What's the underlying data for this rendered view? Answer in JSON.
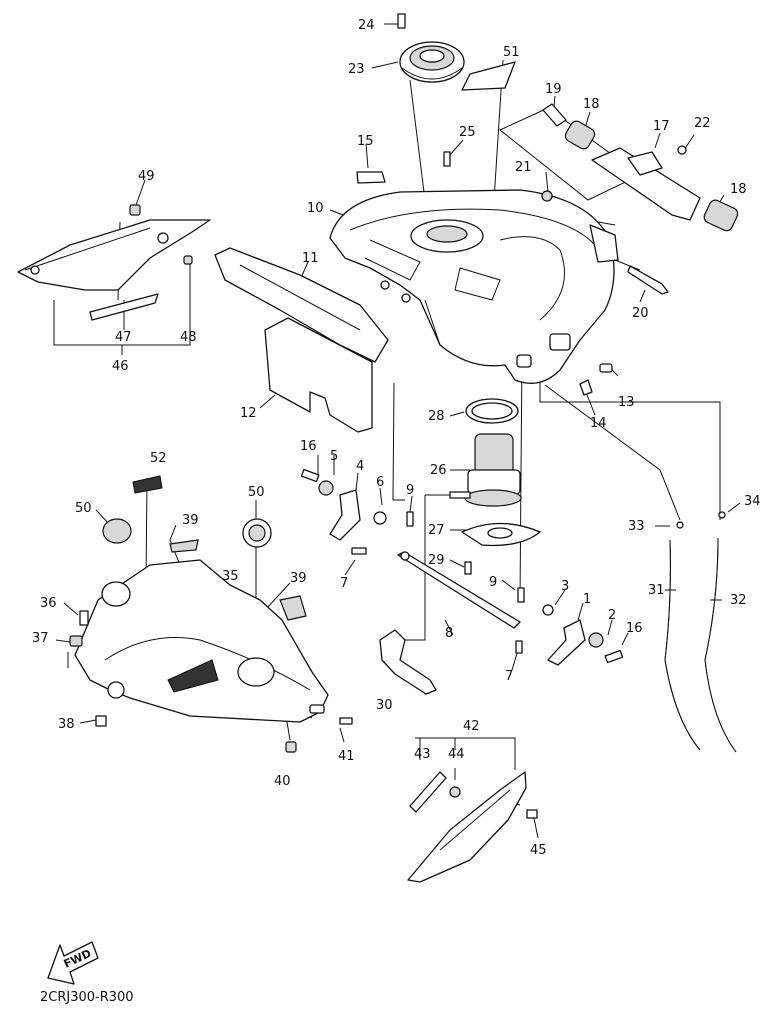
{
  "diagram_code": "2CRJ300-R300",
  "fwd_label": "FWD",
  "callouts": {
    "n1": "1",
    "n2": "2",
    "n3": "3",
    "n4": "4",
    "n5": "5",
    "n6": "6",
    "n7a": "7",
    "n7b": "7",
    "n8": "8",
    "n9a": "9",
    "n9b": "9",
    "n10": "10",
    "n11": "11",
    "n12": "12",
    "n13": "13",
    "n14": "14",
    "n15": "15",
    "n16a": "16",
    "n16b": "16",
    "n17": "17",
    "n18a": "18",
    "n18b": "18",
    "n19": "19",
    "n20": "20",
    "n21": "21",
    "n22": "22",
    "n23": "23",
    "n24": "24",
    "n25": "25",
    "n26": "26",
    "n27": "27",
    "n28": "28",
    "n29": "29",
    "n30": "30",
    "n31": "31",
    "n32": "32",
    "n33": "33",
    "n34": "34",
    "n35": "35",
    "n36": "36",
    "n37": "37",
    "n38": "38",
    "n39a": "39",
    "n39b": "39",
    "n40": "40",
    "n41": "41",
    "n42": "42",
    "n43": "43",
    "n44": "44",
    "n45": "45",
    "n46": "46",
    "n47": "47",
    "n48": "48",
    "n49": "49",
    "n50a": "50",
    "n50b": "50",
    "n51": "51",
    "n52": "52"
  }
}
